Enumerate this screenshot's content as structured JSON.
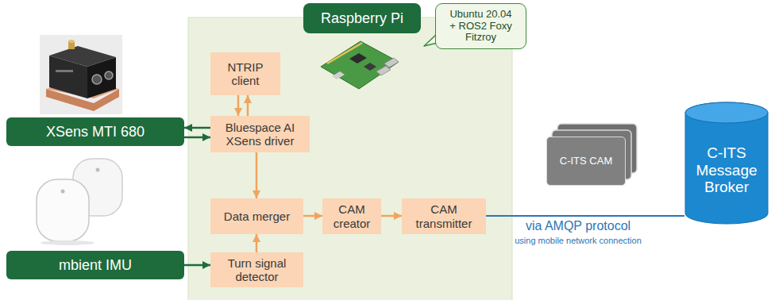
{
  "diagram": {
    "nodes": [
      {
        "text": [
          "Raspberry Pi"
        ]
      },
      {
        "text": [
          "Ubuntu 20.04 + ROS2 Foxy Fitzroy"
        ]
      },
      {
        "text": [
          "NTRIP client"
        ],
        "in": 0
      },
      {
        "text": [
          "Bluespace AI XSens driver"
        ],
        "in": 0
      },
      {
        "text": [
          "Data merger"
        ],
        "in": 0
      },
      {
        "text": [
          "CAM creator"
        ],
        "in": 0
      },
      {
        "text": [
          "CAM transmitter"
        ],
        "in": 0
      },
      {
        "text": [
          "Turn signal detector"
        ],
        "in": 0
      },
      {
        "text": [
          "XSens MTI 680"
        ]
      },
      {
        "text": [
          "mbient IMU"
        ]
      },
      {
        "text": [
          "C-ITS CAM"
        ]
      },
      {
        "text": [
          "C-ITS Message Broker"
        ]
      }
    ],
    "edges": [
      {
        "from": 3,
        "to": 2,
        "arrow": "to"
      },
      {
        "from": 2,
        "to": 3,
        "arrow": "to"
      },
      {
        "from": 3,
        "to": 8,
        "arrow": "to"
      },
      {
        "from": 8,
        "to": 3,
        "arrow": "to"
      },
      {
        "from": 3,
        "to": 4,
        "arrow": "to"
      },
      {
        "from": 9,
        "to": 7,
        "arrow": "to"
      },
      {
        "from": 7,
        "to": 4,
        "arrow": "to"
      },
      {
        "from": 4,
        "to": 5,
        "arrow": "to"
      },
      {
        "from": 5,
        "to": 6,
        "arrow": "to"
      },
      {
        "from": 6,
        "to": 11,
        "arrow": "none"
      }
    ],
    "labels": [
      "via AMQP protocol",
      "using mobile network connection"
    ]
  }
}
